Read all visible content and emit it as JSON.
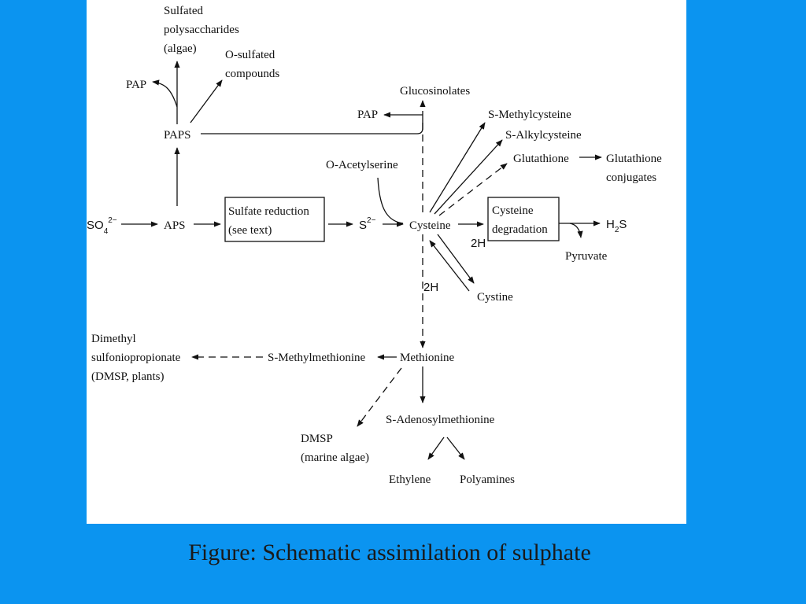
{
  "colors": {
    "background": "#0b94f0",
    "panel": "#ffffff",
    "ink": "#111111"
  },
  "caption": "Figure: Schematic assimilation of sulphate",
  "nodes": {
    "sulfated_polysaccharides": [
      "Sulfated",
      "polysaccharides",
      "(algae)"
    ],
    "o_sulfated": [
      "O-sulfated",
      "compounds"
    ],
    "pap_left": "PAP",
    "paps": "PAPS",
    "so4": "SO",
    "so4_sub": "4",
    "so4_sup": "2−",
    "aps": "APS",
    "sulfate_reduction": [
      "Sulfate reduction",
      "(see text)"
    ],
    "s2": "S",
    "s2_sup": "2−",
    "o_acetylserine": "O-Acetylserine",
    "cysteine": "Cysteine",
    "glucosinolates": "Glucosinolates",
    "pap_right": "PAP",
    "s_methylcysteine": "S-Methylcysteine",
    "s_alkylcysteine": "S-Alkylcysteine",
    "glutathione": "Glutathione",
    "glutathione_conjugates": [
      "Glutathione",
      "conjugates"
    ],
    "cysteine_degradation": [
      "Cysteine",
      "degradation"
    ],
    "h2s_h": "H",
    "h2s_sub": "2",
    "h2s_s": "S",
    "pyruvate": "Pyruvate",
    "two_h_upper": "2H",
    "two_h_lower": "2H",
    "cystine": "Cystine",
    "methionine": "Methionine",
    "s_methylmethionine": "S-Methylmethionine",
    "dmsp_plants": [
      "Dimethyl",
      "sulfoniopropionate",
      "(DMSP, plants)"
    ],
    "dmsp_marine": [
      "DMSP",
      "(marine algae)"
    ],
    "s_adenosylmethionine": "S-Adenosylmethionine",
    "ethylene": "Ethylene",
    "polyamines": "Polyamines"
  }
}
